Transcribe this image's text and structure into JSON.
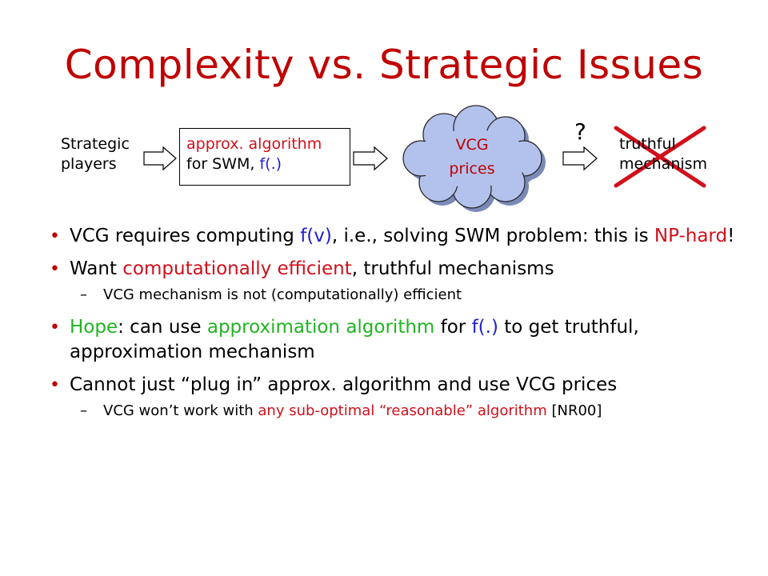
{
  "slide": {
    "title": "Complexity vs. Strategic Issues"
  },
  "diagram": {
    "players_line1": "Strategic",
    "players_line2": "players",
    "algo_line1": "approx. algorithm",
    "algo_line2_prefix": "for SWM, ",
    "algo_line2_func": "f(.)",
    "cloud_line1": "VCG",
    "cloud_line2": "prices",
    "question": "?",
    "output_line1": "truthful",
    "output_line2": "mechanism"
  },
  "bullets": {
    "b1_a": "VCG requires computing ",
    "b1_b": "f(v)",
    "b1_c": ", i.e., solving SWM problem: this is ",
    "b1_d": "NP-hard",
    "b1_e": "!",
    "b2_a": "Want ",
    "b2_b": "computationally efficient",
    "b2_c": ", truthful mechanisms",
    "b2_sub": "VCG mechanism is not (computationally) efficient",
    "b3_a": "Hope",
    "b3_b": ": can use ",
    "b3_c": "approximation algorithm",
    "b3_d": " for ",
    "b3_e": "f(.)",
    "b3_f": " to get truthful, approximation mechanism",
    "b4": "Cannot just “plug in” approx. algorithm and use VCG prices",
    "b4_sub_a": "VCG won’t work with ",
    "b4_sub_b": "any sub-optimal “reasonable” algorithm",
    "b4_sub_c": " [NR00]",
    "bullet_symbol": "•",
    "dash_symbol": "–"
  },
  "colors": {
    "title": "#c00000",
    "highlight_red": "#d0101a",
    "highlight_blue": "#1f1fd0",
    "highlight_green": "#22b322",
    "cloud_fill": "#b3c2ec"
  }
}
